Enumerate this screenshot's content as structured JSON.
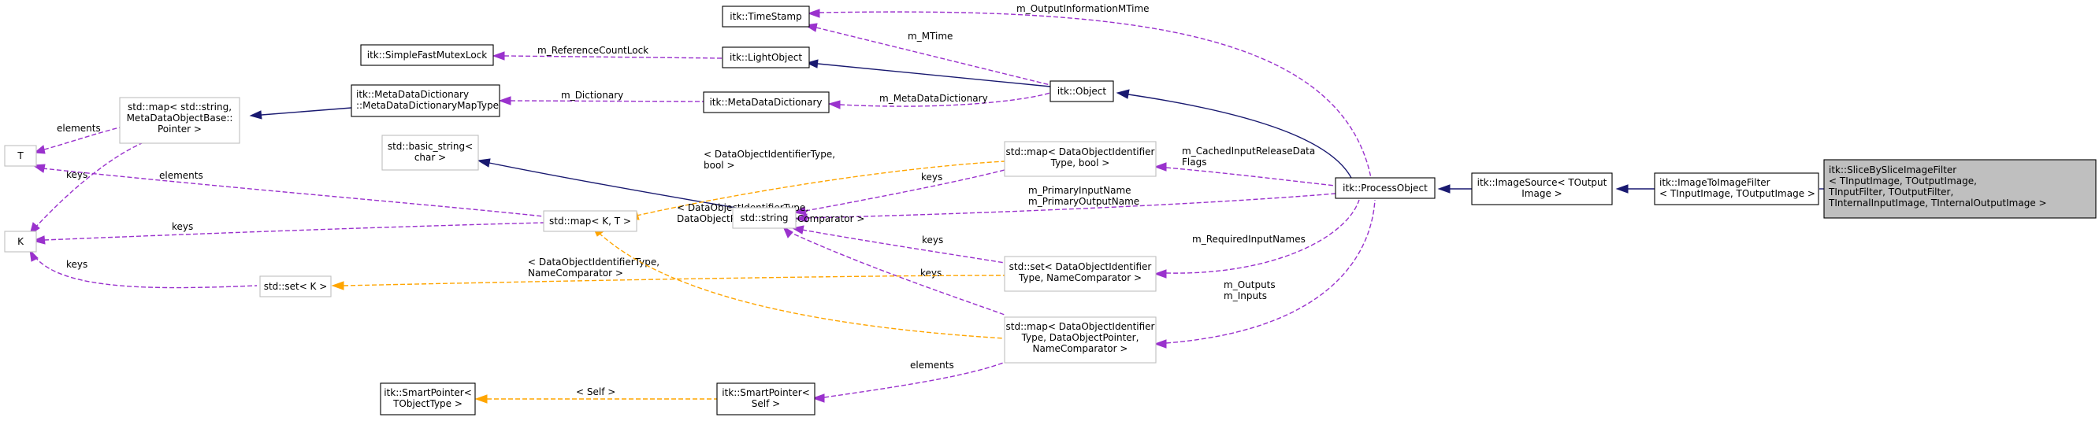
{
  "nodes": {
    "slice_filter": [
      "itk::SliceBySliceImageFilter",
      "< TInputImage, TOutputImage,",
      "TInputFilter, TOutputFilter,",
      "TInternalInputImage, TInternalOutputImage >"
    ],
    "image_to_image_filter": [
      "itk::ImageToImageFilter",
      "< TInputImage, TOutputImage >"
    ],
    "image_source": [
      "itk::ImageSource< TOutput",
      "Image >"
    ],
    "process_object": [
      "itk::ProcessObject"
    ],
    "object": [
      "itk::Object"
    ],
    "light_object": [
      "itk::LightObject"
    ],
    "time_stamp": [
      "itk::TimeStamp"
    ],
    "mutex_lock": [
      "itk::SimpleFastMutexLock"
    ],
    "meta_data_dictionary": [
      "itk::MetaDataDictionary"
    ],
    "meta_data_dictionary_map_type": [
      "itk::MetaDataDictionary",
      "::MetaDataDictionaryMapType"
    ],
    "std_map_string": [
      "std::map< std::string,",
      "MetaDataObjectBase::",
      "Pointer >"
    ],
    "t": [
      "T"
    ],
    "k": [
      "K"
    ],
    "basic_string": [
      "std::basic_string<",
      "char >"
    ],
    "std_map_kt": [
      "std::map< K, T >"
    ],
    "std_string": [
      "std::string"
    ],
    "std_set_k": [
      "std::set< K >"
    ],
    "map_id_bool": [
      "std::map< DataObjectIdentifier",
      "Type, bool >"
    ],
    "set_id_comparator": [
      "std::set< DataObjectIdentifier",
      "Type, NameComparator >"
    ],
    "map_id_pointer": [
      "std::map< DataObjectIdentifier",
      "Type, DataObjectPointer,",
      "NameComparator >"
    ],
    "smart_pointer_self": [
      "itk::SmartPointer<",
      "Self >"
    ],
    "smart_pointer_tobject": [
      "itk::SmartPointer<",
      "TObjectType >"
    ]
  },
  "edge_labels": {
    "m_output_information_mtime": [
      "m_OutputInformationMTime"
    ],
    "m_mtime": [
      "m_MTime"
    ],
    "m_reference_count_lock": [
      "m_ReferenceCountLock"
    ],
    "m_dictionary": [
      "m_Dictionary"
    ],
    "m_meta_data_dictionary": [
      "m_MetaDataDictionary"
    ],
    "elements_t": [
      "elements"
    ],
    "keys_k_1": [
      "keys"
    ],
    "elements_map": [
      "elements"
    ],
    "keys_map": [
      "keys"
    ],
    "keys_set": [
      "keys"
    ],
    "tmpl_id_bool": [
      "< DataObjectIdentifierType,",
      "bool >"
    ],
    "keys_bool_map": [
      "keys"
    ],
    "m_cached_input_release_data_flags": [
      "m_CachedInputReleaseData",
      "Flags"
    ],
    "m_primary_names": [
      "m_PrimaryInputName",
      "m_PrimaryOutputName"
    ],
    "keys_set_comparator": [
      "keys"
    ],
    "m_required_input_names": [
      "m_RequiredInputNames"
    ],
    "tmpl_id_comparator": [
      "< DataObjectIdentifierType,",
      "NameComparator >"
    ],
    "tmpl_id_pointer": [
      "< DataObjectIdentifierType,",
      "DataObjectPointer, NameComparator >"
    ],
    "keys_pointer_map": [
      "keys"
    ],
    "m_outputs_inputs": [
      "m_Outputs",
      "m_Inputs"
    ],
    "elements_smart": [
      "elements"
    ],
    "tmpl_self": [
      "< Self >"
    ]
  },
  "colors": {
    "inheritance": "#191970",
    "member": "#9a32cd",
    "template": "#ffa500",
    "focus_fill": "#bfbfbf",
    "grey_border": "#bfbfbf"
  }
}
